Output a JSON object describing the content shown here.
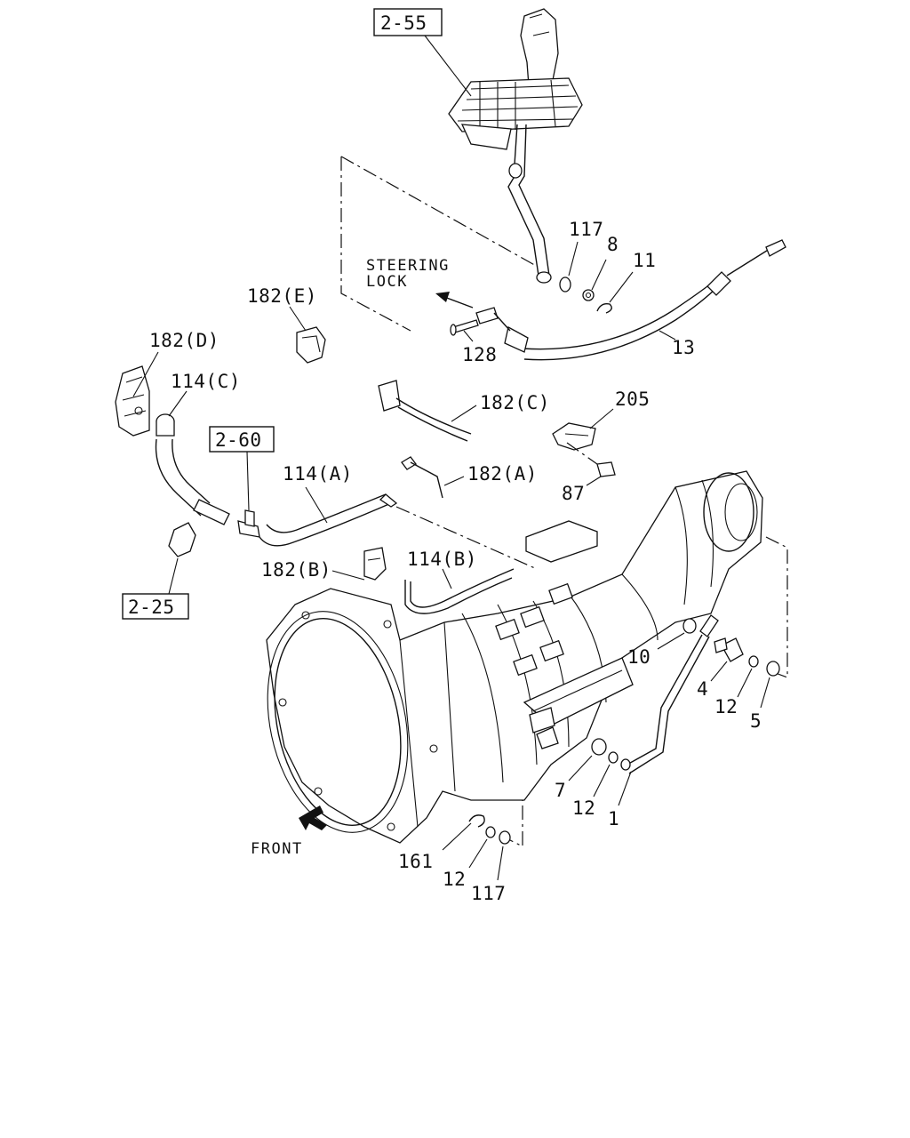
{
  "diagram": {
    "refs": {
      "r2_55": "2-55",
      "r2_60": "2-60",
      "r2_25": "2-25"
    },
    "notes": {
      "steering_line1": "STEERING",
      "steering_line2": "LOCK",
      "front": "FRONT"
    },
    "labels": {
      "l117a": "117",
      "l8": "8",
      "l11": "11",
      "l13": "13",
      "l128": "128",
      "l182e": "182(E)",
      "l182d": "182(D)",
      "l114c": "114(C)",
      "l182c": "182(C)",
      "l205": "205",
      "l182a": "182(A)",
      "l87": "87",
      "l114a": "114(A)",
      "l182b": "182(B)",
      "l114b": "114(B)",
      "l10": "10",
      "l4": "4",
      "l12a": "12",
      "l5": "5",
      "l7": "7",
      "l12b": "12",
      "l1": "1",
      "l161": "161",
      "l12c": "12",
      "l117b": "117"
    }
  }
}
